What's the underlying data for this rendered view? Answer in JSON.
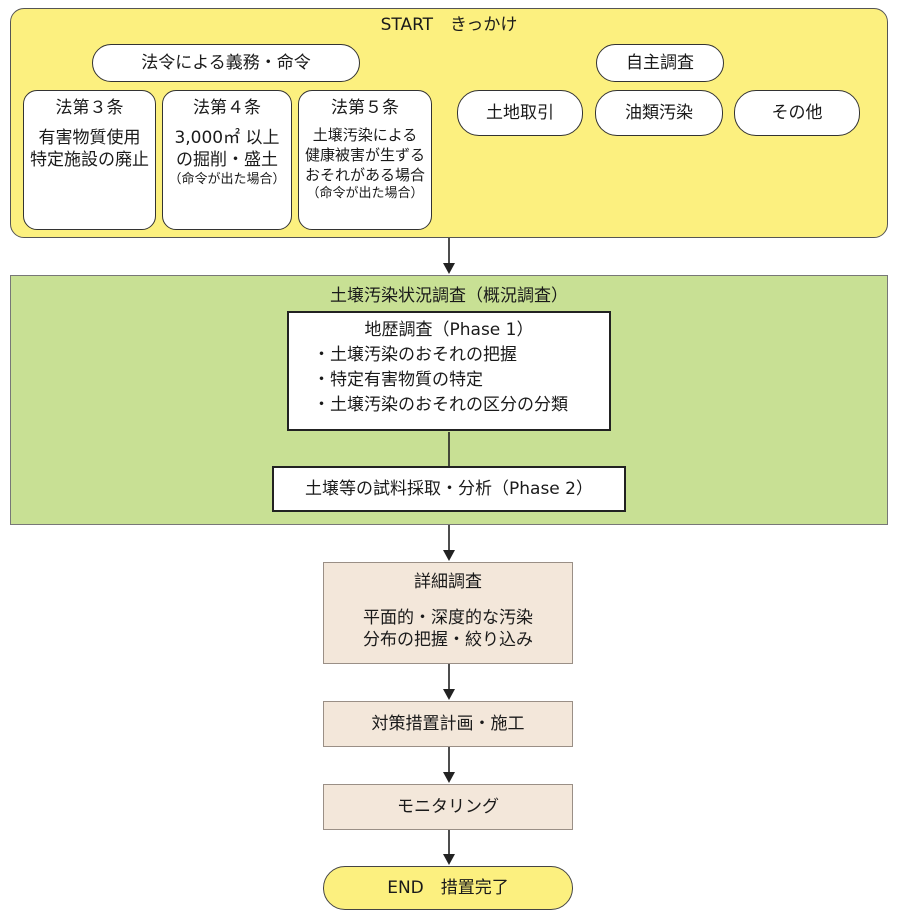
{
  "start": {
    "title": "START　きっかけ",
    "legal_group": "法令による義務・命令",
    "voluntary_group": "自主調査",
    "law_cards": [
      {
        "title": "法第３条",
        "lines": [
          "有害物質使用",
          "特定施設の廃止"
        ],
        "note": ""
      },
      {
        "title": "法第４条",
        "lines": [
          "3,000㎡ 以上",
          "の掘削・盛土"
        ],
        "note": "（命令が出た場合）"
      },
      {
        "title": "法第５条",
        "lines": [
          "土壌汚染による",
          "健康被害が生ずる",
          "おそれがある場合"
        ],
        "note": "（命令が出た場合）"
      }
    ],
    "voluntary_items": [
      "土地取引",
      "油類汚染",
      "その他"
    ]
  },
  "survey": {
    "title": "土壌汚染状況調査（概況調査）",
    "phase1": {
      "title": "地歴調査（Phase 1）",
      "items": [
        "・土壌汚染のおそれの把握",
        "・特定有害物質の特定",
        "・土壌汚染のおそれの区分の分類"
      ]
    },
    "phase2": "土壌等の試料採取・分析（Phase 2）"
  },
  "detail": {
    "title": "詳細調査",
    "lines": [
      "平面的・深度的な汚染",
      "分布の把握・絞り込み"
    ]
  },
  "measures": "対策措置計画・施工",
  "monitoring": "モニタリング",
  "end": "END　措置完了",
  "colors": {
    "start_panel": "#fcf07f",
    "survey_panel": "#c8e094",
    "step_box": "#f3e7da"
  }
}
